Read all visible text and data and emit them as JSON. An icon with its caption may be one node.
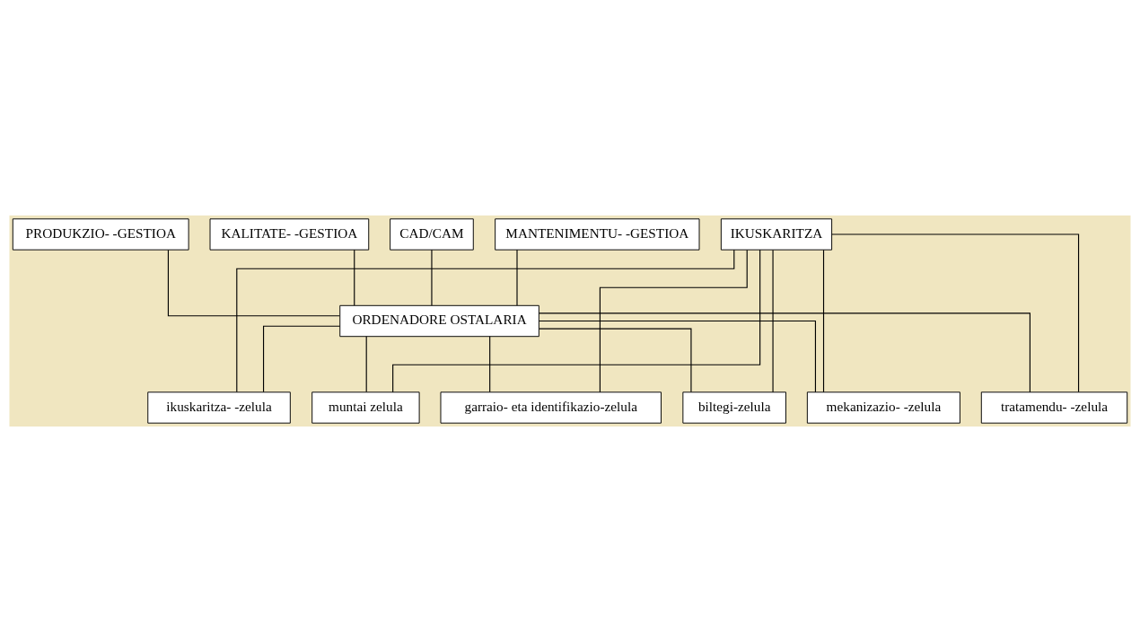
{
  "diagram": {
    "nodes": [
      {
        "text": [
          "PRODUKZIO- -GESTIOA"
        ]
      },
      {
        "text": [
          "KALITATE- -GESTIOA"
        ]
      },
      {
        "text": [
          "CAD/CAM"
        ]
      },
      {
        "text": [
          "MANTENIMENTU- -GESTIOA"
        ]
      },
      {
        "text": [
          "ORDENADORE OSTALARIA"
        ]
      },
      {
        "text": [
          "IKUSKARITZA"
        ]
      },
      {
        "text": [
          "biltegi-zelula"
        ]
      },
      {
        "text": [
          "mekanizazio- -zelula"
        ]
      },
      {
        "text": [
          "tratamendu- -zelula"
        ]
      },
      {
        "text": [
          "ikuskaritza- -zelula"
        ]
      },
      {
        "text": [
          "muntai zelula"
        ]
      },
      {
        "text": [
          "garraio- eta identifikazio-zelula"
        ]
      }
    ],
    "edges": [
      {
        "from": 0,
        "to": 4,
        "arrow": "none"
      },
      {
        "from": 1,
        "to": 4,
        "arrow": "none"
      },
      {
        "from": 2,
        "to": 4,
        "arrow": "none"
      },
      {
        "from": 3,
        "to": 4,
        "arrow": "none"
      },
      {
        "from": 4,
        "to": 6,
        "arrow": "none"
      },
      {
        "from": 4,
        "to": 7,
        "arrow": "none"
      },
      {
        "from": 4,
        "to": 8,
        "arrow": "none"
      },
      {
        "from": 4,
        "to": 9,
        "arrow": "none"
      },
      {
        "from": 4,
        "to": 10,
        "arrow": "none"
      },
      {
        "from": 4,
        "to": 11,
        "arrow": "none"
      },
      {
        "from": 5,
        "to": 6,
        "arrow": "none"
      },
      {
        "from": 5,
        "to": 7,
        "arrow": "none"
      },
      {
        "from": 5,
        "to": 8,
        "arrow": "none"
      },
      {
        "from": 5,
        "to": 9,
        "arrow": "none"
      },
      {
        "from": 5,
        "to": 10,
        "arrow": "none"
      },
      {
        "from": 5,
        "to": 11,
        "arrow": "none"
      }
    ]
  }
}
